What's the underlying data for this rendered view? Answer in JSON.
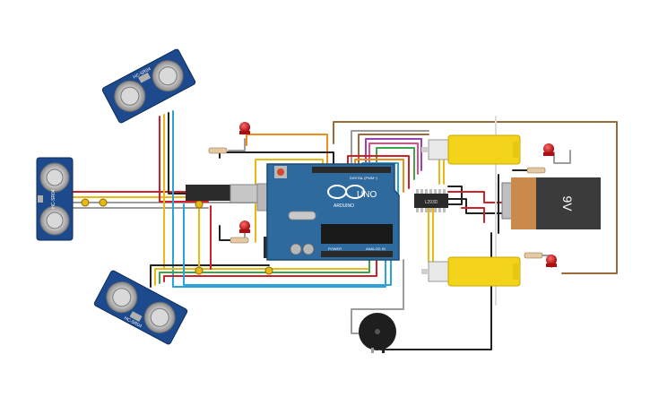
{
  "sensors": [
    {
      "model": "HC-SR04"
    },
    {
      "model": "HC-SR04"
    },
    {
      "model": "HC-SR04"
    }
  ],
  "arduino": {
    "brand": "ARDUINO",
    "model": "UNO",
    "digital_label": "DIGITAL (PWM~)",
    "power_label": "POWER",
    "analog_label": "ANALOG IN"
  },
  "driver": {
    "part": "L293D"
  },
  "battery": {
    "label": "9V"
  },
  "colors": {
    "board": "#2f6a9e",
    "sensor": "#1d4a8c",
    "motor": "#f2d319",
    "battery_body": "#3b3b3b",
    "battery_cap": "#c98a4b",
    "wire_red": "#d0212a",
    "wire_yellow": "#e8b913",
    "wire_blue": "#2aa4d8",
    "wire_green": "#3aa64a",
    "wire_orange": "#f08c1a",
    "wire_brown": "#9a6a3a",
    "wire_purple": "#9b3fb5",
    "wire_black": "#222222",
    "wire_gray": "#9c9c9c",
    "led": "#c4161c"
  }
}
